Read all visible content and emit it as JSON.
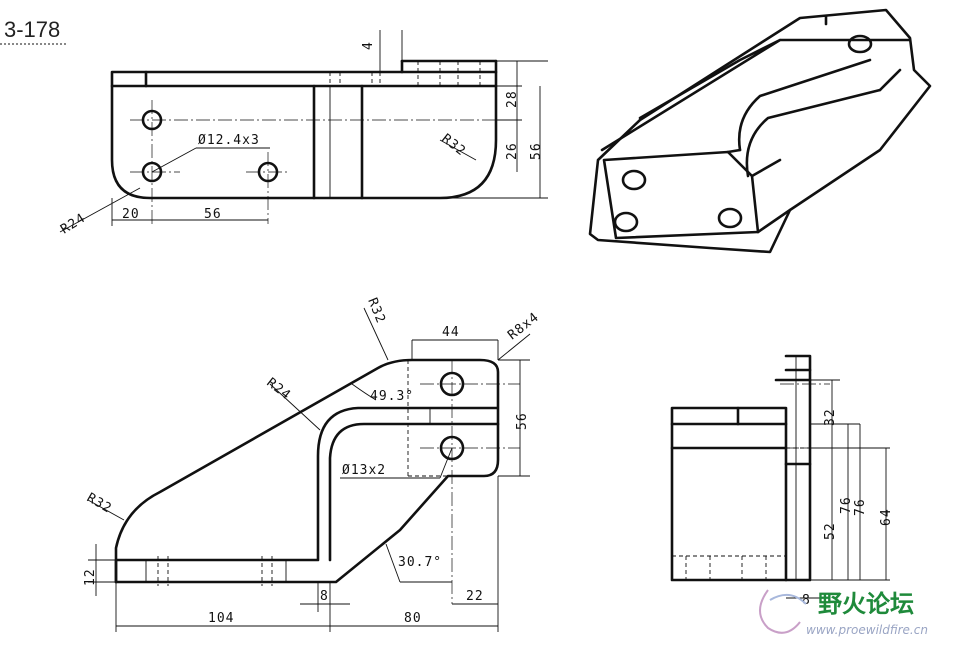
{
  "figure_number": "3-178",
  "top_view": {
    "labels": {
      "d4": "4",
      "d28": "28",
      "d26": "26",
      "d56": "56",
      "r32": "R32",
      "r24": "R24",
      "hole": "Ø12.4x3",
      "d20": "20",
      "d56b": "56"
    }
  },
  "front_view": {
    "labels": {
      "r32a": "R32",
      "d44": "44",
      "r8": "R8x4",
      "r24": "R24",
      "angle1": "49.3°",
      "d56": "56",
      "hole": "Ø13x2",
      "r32b": "R32",
      "angle2": "30.7°",
      "d12": "12",
      "d104": "104",
      "d8": "8",
      "d80": "80",
      "d22": "22"
    }
  },
  "side_view": {
    "labels": {
      "d32": "32",
      "d52": "52",
      "d76a": "76",
      "d76b": "76",
      "d64": "64",
      "d8": "8"
    }
  },
  "watermark": {
    "title": "野火论坛",
    "url": "www.proewildfire.cn"
  }
}
